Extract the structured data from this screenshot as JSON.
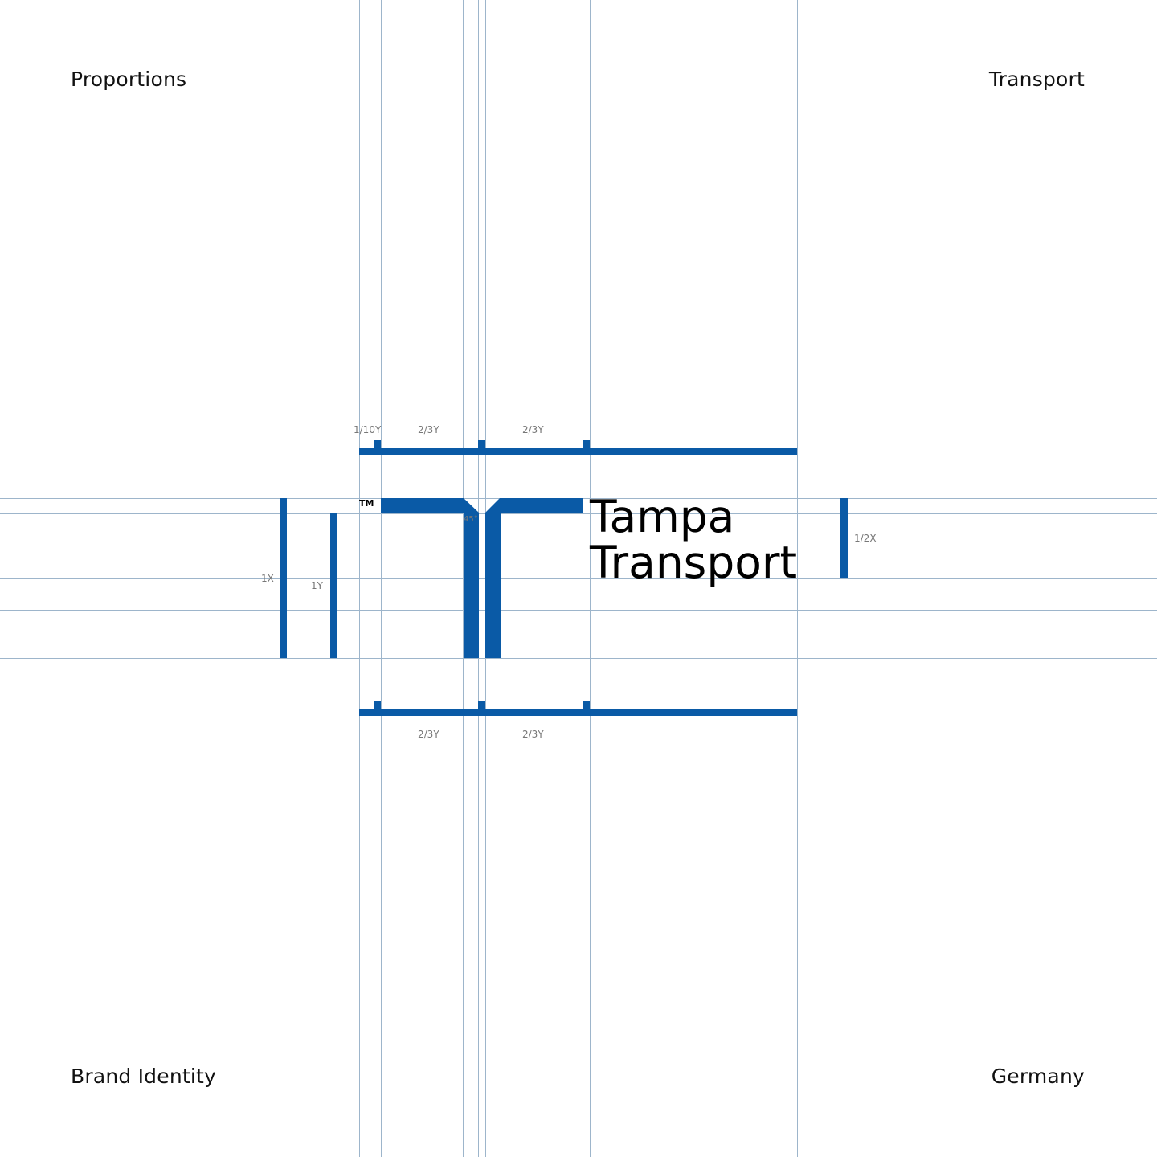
{
  "corners": {
    "top_left": "Proportions",
    "top_right": "Transport",
    "bottom_left": "Brand Identity",
    "bottom_right": "Germany"
  },
  "logo": {
    "wordmark_line1": "Tampa",
    "wordmark_line2": "Transport",
    "trademark": "TM",
    "brand_color": "#0a5aa6",
    "guide_color": "#9db5cb"
  },
  "measurements": {
    "top_one_tenth_y": "1/10Y",
    "top_two_thirds_y_left": "2/3Y",
    "top_two_thirds_y_right": "2/3Y",
    "bottom_two_thirds_y_left": "2/3Y",
    "bottom_two_thirds_y_right": "2/3Y",
    "one_x": "1X",
    "one_y": "1Y",
    "half_x": "1/2X",
    "angle": "45°"
  }
}
